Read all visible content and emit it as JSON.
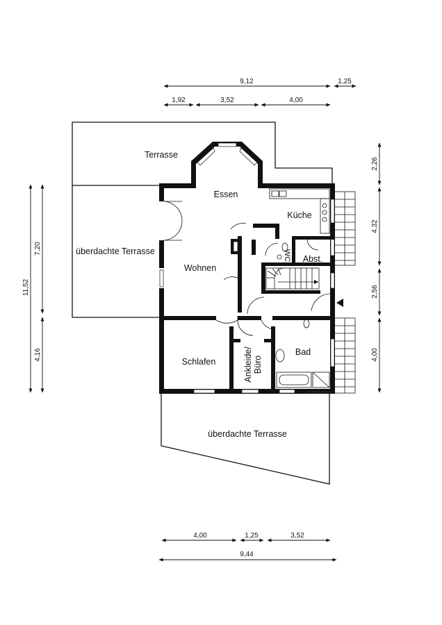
{
  "plan": {
    "rooms": {
      "terrasse": "Terrasse",
      "ueberdachte_terrasse_links": "überdachte Terrasse",
      "essen": "Essen",
      "kueche": "Küche",
      "wohnen": "Wohnen",
      "wc": "WC",
      "abstellraum": "Abst.",
      "schlafen": "Schlafen",
      "ankleide_line1": "Ankleide/",
      "ankleide_line2": "Büro",
      "bad": "Bad",
      "ueberdachte_terrasse_unten": "überdachte Terrasse"
    },
    "dimensions": {
      "top_total": "9,12",
      "top_right": "1,25",
      "top_seg_1": "1,92",
      "top_seg_2": "3,52",
      "top_seg_3": "4,00",
      "left_total": "11,52",
      "left_upper": "7,20",
      "left_lower": "4,16",
      "right_1": "2,26",
      "right_2": "4,32",
      "right_3": "2,56",
      "right_4": "4,00",
      "bottom_seg_1": "4,00",
      "bottom_seg_2": "1,25",
      "bottom_seg_3": "3,52",
      "bottom_total": "9,44"
    },
    "watermark": "Immogrundriss"
  }
}
